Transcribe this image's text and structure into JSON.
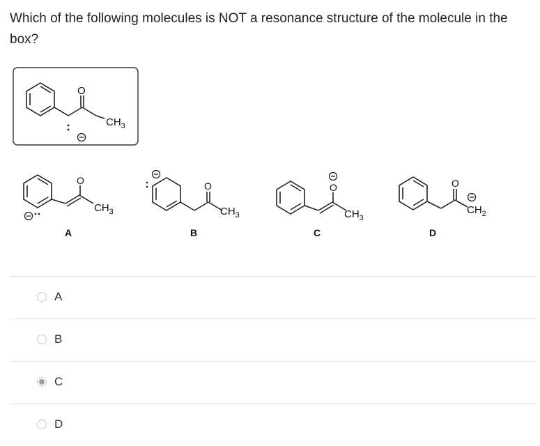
{
  "question": {
    "text": "Which of the following molecules is NOT a resonance structure of the molecule in the box?"
  },
  "figure": {
    "boxed_molecule": {
      "group_label": "CH3",
      "oxygen_label": "O"
    },
    "choices": [
      {
        "letter": "A",
        "group_label": "CH3",
        "oxygen_label": "O"
      },
      {
        "letter": "B",
        "group_label": "CH3",
        "oxygen_label": "O"
      },
      {
        "letter": "C",
        "group_label": "CH3",
        "oxygen_label": "O"
      },
      {
        "letter": "D",
        "group_label": "CH2",
        "oxygen_label": "O"
      }
    ]
  },
  "options": [
    {
      "label": "A",
      "selected": false
    },
    {
      "label": "B",
      "selected": false
    },
    {
      "label": "C",
      "selected": true
    },
    {
      "label": "D",
      "selected": false
    }
  ]
}
